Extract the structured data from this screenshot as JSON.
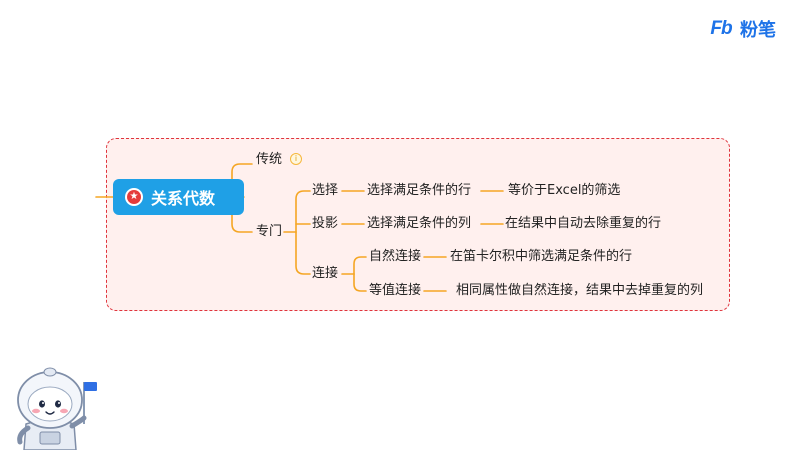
{
  "brand": {
    "mark": "Fb",
    "name": "粉笔",
    "color": "#1e73e8"
  },
  "mindmap": {
    "root": "关系代数",
    "branches": {
      "traditional": "传统",
      "special": "专门"
    },
    "operations": {
      "select": {
        "name": "选择",
        "desc": "选择满足条件的行",
        "note": "等价于Excel的筛选"
      },
      "project": {
        "name": "投影",
        "desc": "选择满足条件的列",
        "note": "在结果中自动去除重复的行"
      },
      "join": {
        "name": "连接",
        "natural": {
          "name": "自然连接",
          "desc": "在笛卡尔积中筛选满足条件的行"
        },
        "equi": {
          "name": "等值连接",
          "desc": "相同属性做自然连接，结果中去掉重复的列"
        }
      }
    }
  },
  "icons": {
    "root_badge": "star-icon",
    "idea": "lightbulb-icon",
    "mascot": "astronaut-mascot-icon"
  },
  "colors": {
    "root_fill": "#1fa0e6",
    "connector": "#f5a623",
    "frame_border": "#e0343d",
    "frame_fill": "#fff0ee"
  }
}
